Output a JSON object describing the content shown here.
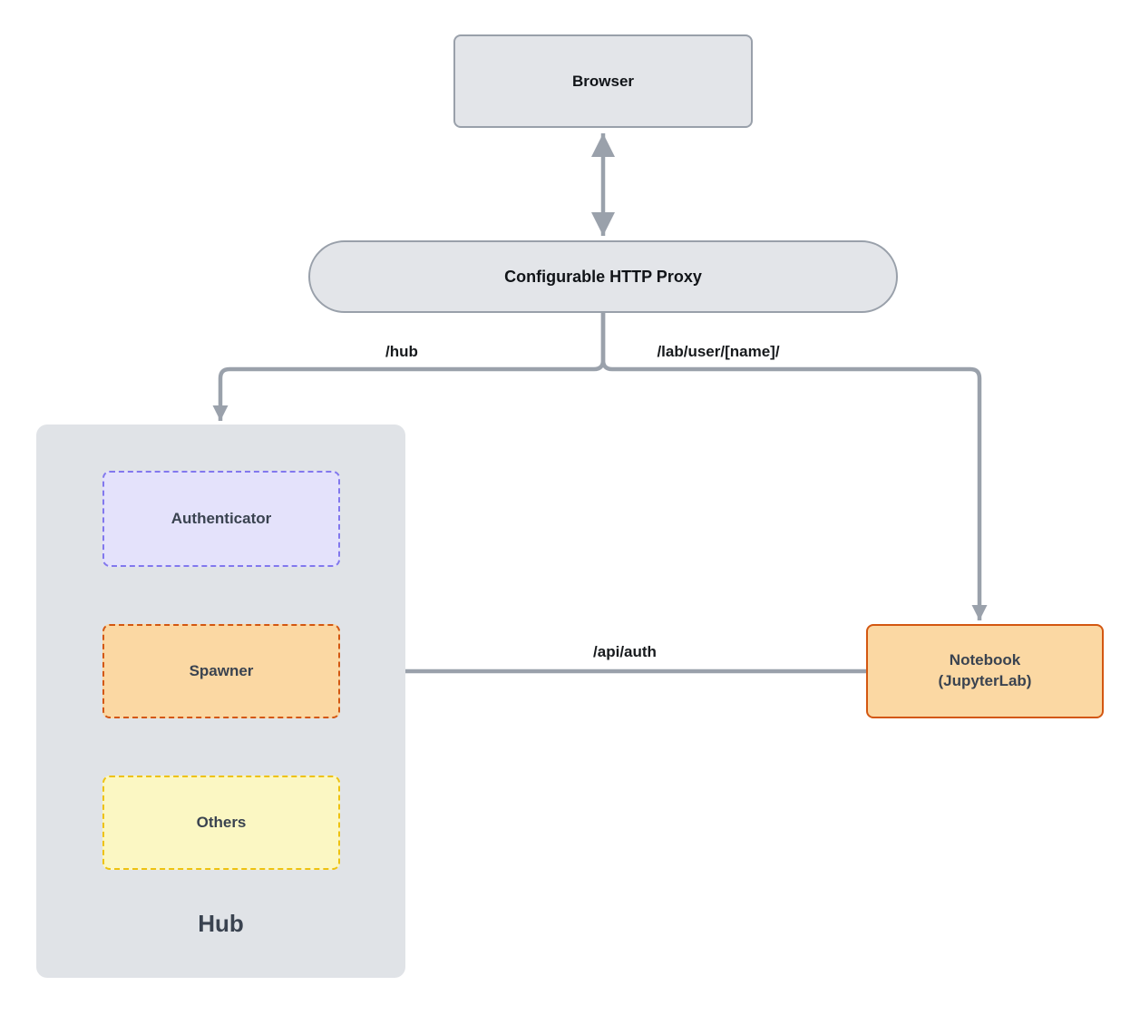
{
  "nodes": {
    "browser": {
      "label": "Browser"
    },
    "proxy": {
      "label": "Configurable HTTP Proxy"
    },
    "hub": {
      "label": "Hub"
    },
    "authenticator": {
      "label": "Authenticator"
    },
    "spawner": {
      "label": "Spawner"
    },
    "others": {
      "label": "Others"
    },
    "notebook": {
      "line1": "Notebook",
      "line2": "(JupyterLab)"
    }
  },
  "edges": {
    "browser_proxy": {
      "label": "",
      "direction": "bidirectional"
    },
    "proxy_hub": {
      "label": "/hub"
    },
    "proxy_notebook": {
      "label": "/lab/user/[name]/"
    },
    "notebook_spawner": {
      "label": "/api/auth"
    }
  },
  "colors": {
    "canvas_bg": "#ffffff",
    "gray_node_fill": "#e3e5e9",
    "gray_node_border": "#99a0aa",
    "hub_container_fill": "#e0e3e7",
    "arrow": "#9aa1ab",
    "authenticator_fill": "#e4e2fb",
    "authenticator_border": "#8278ee",
    "spawner_fill": "#fbd8a3",
    "spawner_border": "#d35711",
    "others_fill": "#fbf7c3",
    "others_border": "#eec20f",
    "notebook_fill": "#fbd8a3",
    "notebook_border": "#d35711",
    "node_text_dark": "#3a4350",
    "edge_label_text": "#171a1d"
  }
}
